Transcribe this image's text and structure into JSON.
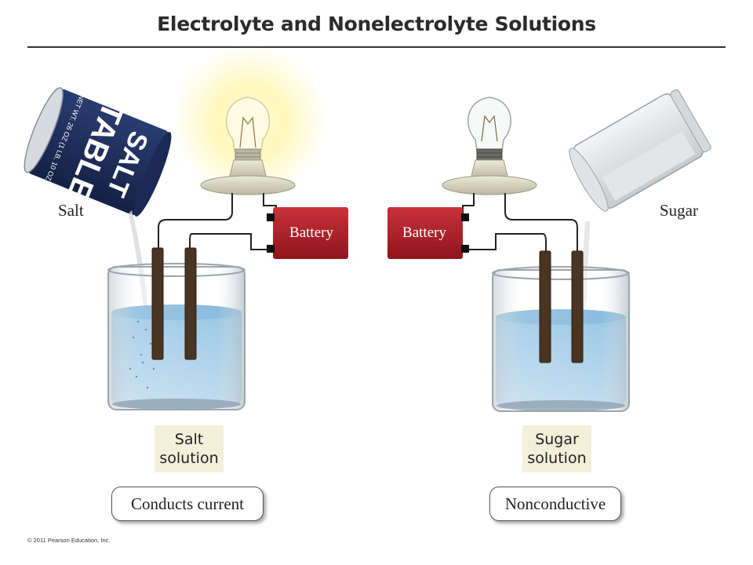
{
  "title": "Electrolyte and Nonelectrolyte Solutions",
  "left": {
    "side_label": "Salt",
    "battery_label": "Battery",
    "solution_label_line1": "Salt",
    "solution_label_line2": "solution",
    "result": "Conducts current",
    "bulb_state": "lit",
    "container_text_large": "TABLE SALT"
  },
  "right": {
    "side_label": "Sugar",
    "battery_label": "Battery",
    "solution_label_line1": "Sugar",
    "solution_label_line2": "solution",
    "result": "Nonconductive",
    "bulb_state": "unlit"
  },
  "copyright": "© 2011 Pearson Education, Inc.",
  "colors": {
    "battery": "#b3202a",
    "water": "#6fb0da",
    "label_bg": "#f3efd9",
    "glow": "#fff6b0",
    "can": "#1e2f5c"
  }
}
